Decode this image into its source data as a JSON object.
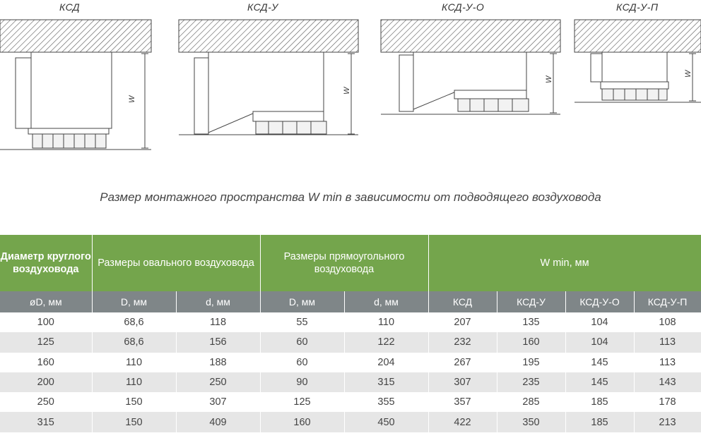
{
  "diagrams": [
    {
      "title": "КСД"
    },
    {
      "title": "КСД-У"
    },
    {
      "title": "КСД-У-О"
    },
    {
      "title": "КСД-У-П"
    }
  ],
  "dim_label": "W",
  "caption": "Размер монтажного пространства W min в зависимости от подводящего воздуховода",
  "table": {
    "group_headers": [
      "Диаметр круглого воздуховода",
      "Размеры овального воздуховода",
      "Размеры прямоугольного воздуховода",
      "W min, мм"
    ],
    "sub_headers": [
      "øD, мм",
      "D, мм",
      "d, мм",
      "D, мм",
      "d, мм",
      "КСД",
      "КСД-У",
      "КСД-У-О",
      "КСД-У-П"
    ],
    "rows": [
      [
        "100",
        "68,6",
        "118",
        "55",
        "110",
        "207",
        "135",
        "104",
        "108"
      ],
      [
        "125",
        "68,6",
        "156",
        "60",
        "122",
        "232",
        "160",
        "104",
        "113"
      ],
      [
        "160",
        "110",
        "188",
        "60",
        "204",
        "267",
        "195",
        "145",
        "113"
      ],
      [
        "200",
        "110",
        "250",
        "90",
        "315",
        "307",
        "235",
        "145",
        "143"
      ],
      [
        "250",
        "150",
        "307",
        "125",
        "355",
        "357",
        "285",
        "185",
        "178"
      ],
      [
        "315",
        "150",
        "409",
        "160",
        "450",
        "422",
        "350",
        "185",
        "213"
      ]
    ]
  }
}
